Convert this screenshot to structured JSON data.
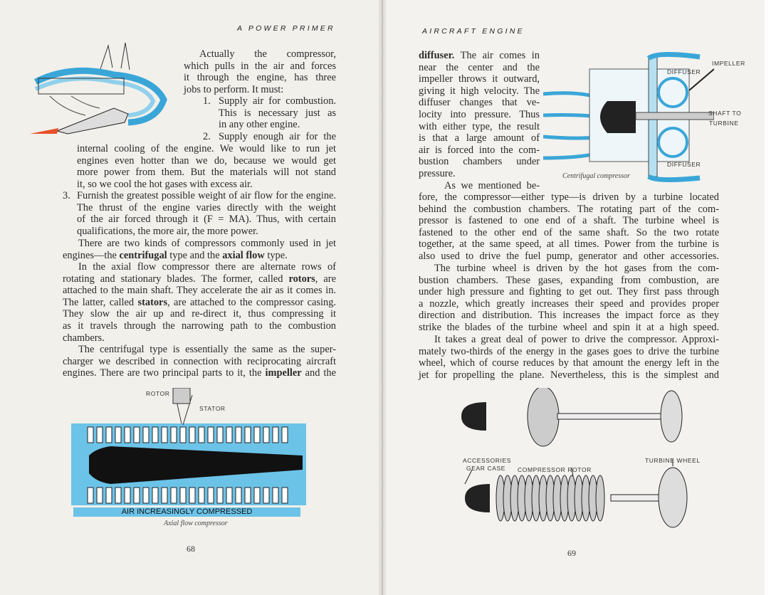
{
  "left_page": {
    "header": "A POWER PRIMER",
    "page_number": "68",
    "intro": [
      "Actually the compressor,",
      "which pulls in the air and forces",
      "it through the engine, has three",
      "jobs to perform. It must:"
    ],
    "item1_number": "1.",
    "item1": [
      "Supply air for combustion.",
      "This is necessary just as",
      "in any other engine."
    ],
    "item2_number": "2.",
    "item2_first": [
      "Supply enough air for the"
    ],
    "item2_rest": [
      "internal cooling of the engine. We would like to run jet",
      "engines even hotter than we do, because we would get",
      "more power from them. But the materials will not stand",
      "it, so we cool the hot gases with excess air."
    ],
    "item3_number": "3.",
    "item3": [
      "Furnish the greatest possible weight of air flow for the engine.",
      "The thrust of the engine varies directly with the weight",
      "of the air forced through it (F = MA). Thus, with certain",
      "qualifications, the more air, the more power."
    ],
    "para_kinds": [
      [
        "There are two kinds of compressors commonly used in jet"
      ],
      [
        "engines—the ",
        "centrifugal",
        " type and the ",
        "axial flow",
        " type."
      ]
    ],
    "para_axial": [
      [
        "In the axial flow compressor there are alternate rows of"
      ],
      [
        "rotating and stationary blades. The former, called ",
        "rotors",
        ", are"
      ],
      [
        "attached to the main shaft. They accelerate the air as it comes in."
      ],
      [
        "The latter, called ",
        "stators",
        ", are attached to the compressor casing."
      ],
      [
        "They slow the air up and re-direct it, thus compressing it"
      ],
      [
        "as it travels through the narrowing path to the combustion"
      ],
      [
        "chambers."
      ]
    ],
    "para_centrifugal": [
      [
        "The centrifugal type is essentially the same as the super-"
      ],
      [
        "charger we described in connection with reciprocating aircraft"
      ],
      [
        "engines. There are two principal parts to it, the ",
        "impeller",
        " and the"
      ]
    ],
    "figure": {
      "label_rotor": "ROTOR",
      "label_stator": "STATOR",
      "band_text": "AIR INCREASINGLY COMPRESSED",
      "caption": "Axial flow compressor"
    },
    "colors": {
      "paper": "#f2f0eb",
      "air_blue": "#3aa6d8",
      "exhaust_red": "#e8502a"
    }
  },
  "right_page": {
    "header": "AIRCRAFT ENGINE",
    "page_number": "69",
    "para_diffuser": [
      [
        "",
        "diffuser.",
        " The air comes in"
      ],
      [
        "near the center and the"
      ],
      [
        "impeller throws it outward,"
      ],
      [
        "giving it high velocity. The"
      ],
      [
        "diffuser changes that ve-"
      ],
      [
        "locity into pressure. Thus"
      ],
      [
        "with either type, the result"
      ],
      [
        "is that a large amount of"
      ],
      [
        "air is forced into the com-"
      ],
      [
        "bustion chambers under"
      ],
      [
        "pressure."
      ]
    ],
    "para_mentioned_first": [
      "As we mentioned be-"
    ],
    "para_mentioned": [
      "fore, the compressor—either type—is driven by a turbine located",
      "behind the combustion chambers. The rotating part of the com-",
      "pressor is fastened to one end of a shaft. The turbine wheel is",
      "fastened to the other end of the same shaft. So the two rotate",
      "together, at the same speed, at all times. Power from the turbine is",
      "also used to drive the fuel pump, generator and other accessories."
    ],
    "para_turbine": [
      "The turbine wheel is driven by the hot gases from the com-",
      "bustion chambers. These gases, expanding from combustion, are",
      "under high pressure and fighting to get out. They first pass through",
      "a nozzle, which greatly increases their speed and provides proper",
      "direction and distribution. This increases the impact force as they",
      "strike the blades of the turbine wheel and spin it at a high speed."
    ],
    "para_power": [
      "It takes a great deal of power to drive the compressor. Approxi-",
      "mately two-thirds of the energy in the gases goes to drive the turbine",
      "wheel, which of course reduces by that amount the energy left in the",
      "jet for propelling the plane. Nevertheless, this is the simplest and"
    ],
    "centrifugal_figure": {
      "label_impeller": "IMPELLER",
      "label_diffuser_top": "DIFFUSER",
      "label_shaft_1": "SHAFT TO",
      "label_shaft_2": "TURBINE",
      "label_diffuser_bottom": "DIFFUSER",
      "caption": "Centrifugal compressor"
    },
    "parts_figure": {
      "label_accessories_1": "ACCESSORIES",
      "label_accessories_2": "GEAR CASE",
      "label_compressor_rotor": "COMPRESSOR ROTOR",
      "label_turbine_wheel": "TURBINE WHEEL"
    }
  }
}
